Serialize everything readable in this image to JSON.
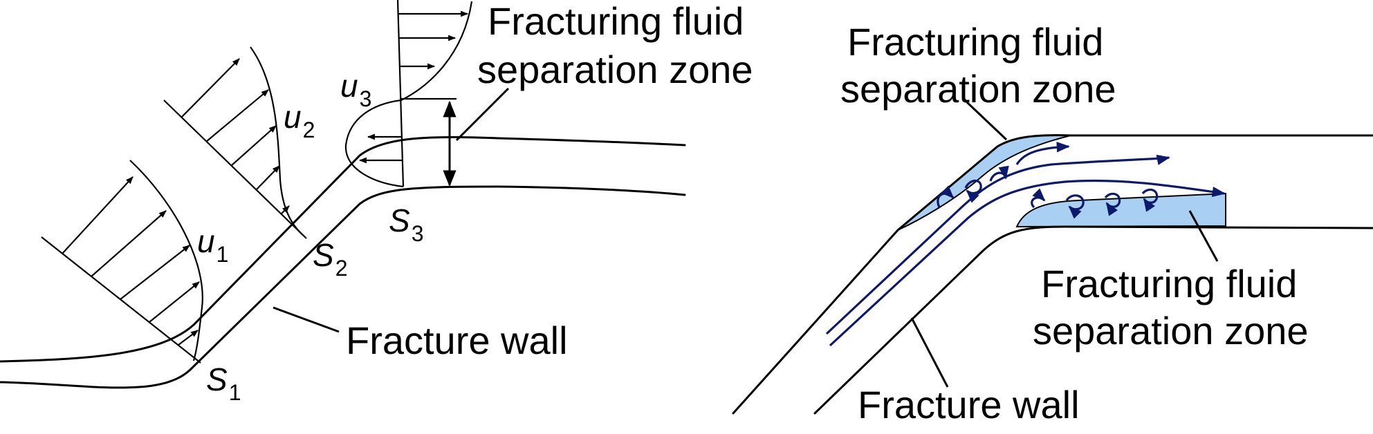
{
  "left_panel": {
    "separation_zone_label": [
      "Fracturing fluid",
      "separation zone"
    ],
    "fracture_wall_label": "Fracture wall",
    "velocity_profiles": [
      {
        "symbol": "u",
        "subscript": "1"
      },
      {
        "symbol": "u",
        "subscript": "2"
      },
      {
        "symbol": "u",
        "subscript": "3"
      }
    ],
    "points": [
      {
        "symbol": "S",
        "subscript": "1"
      },
      {
        "symbol": "S",
        "subscript": "2"
      },
      {
        "symbol": "S",
        "subscript": "3"
      }
    ]
  },
  "right_panel": {
    "upper_zone_label": [
      "Fracturing fluid",
      "separation zone"
    ],
    "lower_zone_label": [
      "Fracturing fluid",
      "separation zone"
    ],
    "fracture_wall_label": "Fracture wall"
  },
  "colors": {
    "separation_zone_fill": "#a9cff2",
    "streamline": "#0d1a6b",
    "line": "#000000"
  }
}
